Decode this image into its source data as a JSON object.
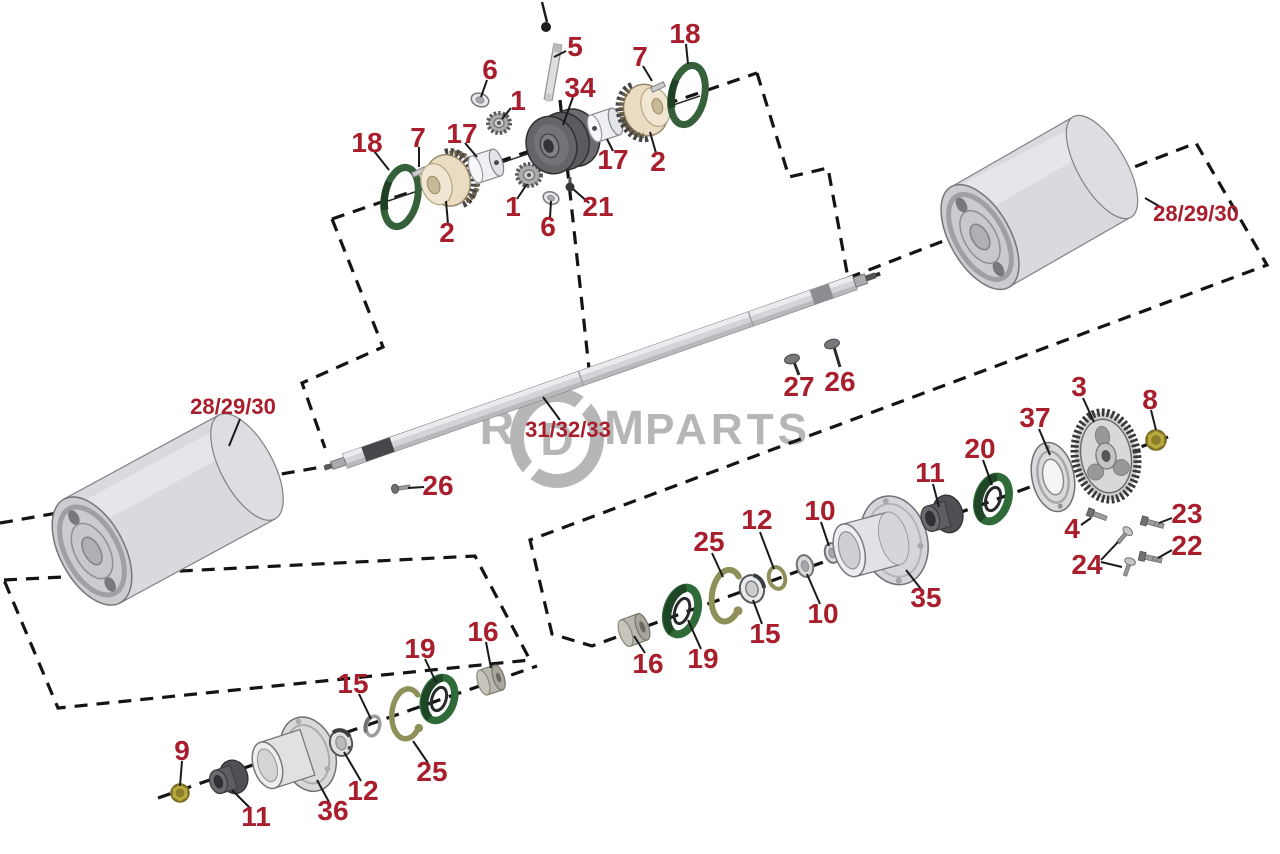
{
  "diagram": {
    "type": "exploded-parts-diagram",
    "subject": "reel roller and shaft assembly",
    "watermark": {
      "r": "R",
      "d": "D",
      "m": "M",
      "parts": "PARTS",
      "full": "RDM PARTS"
    },
    "colors": {
      "label_red": "#a81e2c",
      "seal_green": "#35603a",
      "snapring_olive": "#8f8f5a",
      "brass_yellow": "#b9aa3e",
      "watermark_gray": "#b6b6b6",
      "line_black": "#141414"
    }
  },
  "labels": [
    {
      "part": "cotter-pin",
      "text": "5"
    },
    {
      "part": "washer-top",
      "text": "6"
    },
    {
      "part": "bevel-pinion-top",
      "text": "1"
    },
    {
      "part": "pulley",
      "text": "34"
    },
    {
      "part": "spacer-left",
      "text": "17"
    },
    {
      "part": "pin-left",
      "text": "7"
    },
    {
      "part": "o-ring-left",
      "text": "18"
    },
    {
      "part": "clutch-left",
      "text": "2"
    },
    {
      "part": "bevel-pinion-lower",
      "text": "1"
    },
    {
      "part": "washer-lower",
      "text": "6"
    },
    {
      "part": "grease-fitting",
      "text": "21"
    },
    {
      "part": "spacer-right",
      "text": "17"
    },
    {
      "part": "clutch-right",
      "text": "2"
    },
    {
      "part": "pin-right",
      "text": "7"
    },
    {
      "part": "o-ring-right",
      "text": "18"
    },
    {
      "part": "rivet-27",
      "text": "27"
    },
    {
      "part": "rivet-26-upper",
      "text": "26"
    },
    {
      "part": "rivet-26-left",
      "text": "26"
    },
    {
      "part": "roller-right",
      "text": "28/29/30"
    },
    {
      "part": "roller-left",
      "text": "28/29/30"
    },
    {
      "part": "shaft",
      "text": "31/32/33"
    },
    {
      "part": "bushing-16-mid",
      "text": "16"
    },
    {
      "part": "seal-19-mid",
      "text": "19"
    },
    {
      "part": "snap-ring-25-mid",
      "text": "25"
    },
    {
      "part": "bearing-15-mid",
      "text": "15"
    },
    {
      "part": "washer-12-mid",
      "text": "12"
    },
    {
      "part": "washer-10-upper",
      "text": "10"
    },
    {
      "part": "washer-10-lower",
      "text": "10"
    },
    {
      "part": "housing-35",
      "text": "35"
    },
    {
      "part": "bushing-11-mid",
      "text": "11"
    },
    {
      "part": "seal-20",
      "text": "20"
    },
    {
      "part": "flange-37",
      "text": "37"
    },
    {
      "part": "gear-3",
      "text": "3"
    },
    {
      "part": "nut-8",
      "text": "8"
    },
    {
      "part": "bolt-4",
      "text": "4"
    },
    {
      "part": "bolt-23",
      "text": "23"
    },
    {
      "part": "bolt-22",
      "text": "22"
    },
    {
      "part": "screws-24",
      "text": "24"
    },
    {
      "part": "nut-9",
      "text": "9"
    },
    {
      "part": "bushing-11-bottom",
      "text": "11"
    },
    {
      "part": "hub-36",
      "text": "36"
    },
    {
      "part": "bearing-12-bottom",
      "text": "12"
    },
    {
      "part": "ring-15-bottom",
      "text": "15"
    },
    {
      "part": "snap-ring-25-bottom",
      "text": "25"
    },
    {
      "part": "seal-19-bottom",
      "text": "19"
    },
    {
      "part": "bushing-16-bottom",
      "text": "16"
    }
  ]
}
